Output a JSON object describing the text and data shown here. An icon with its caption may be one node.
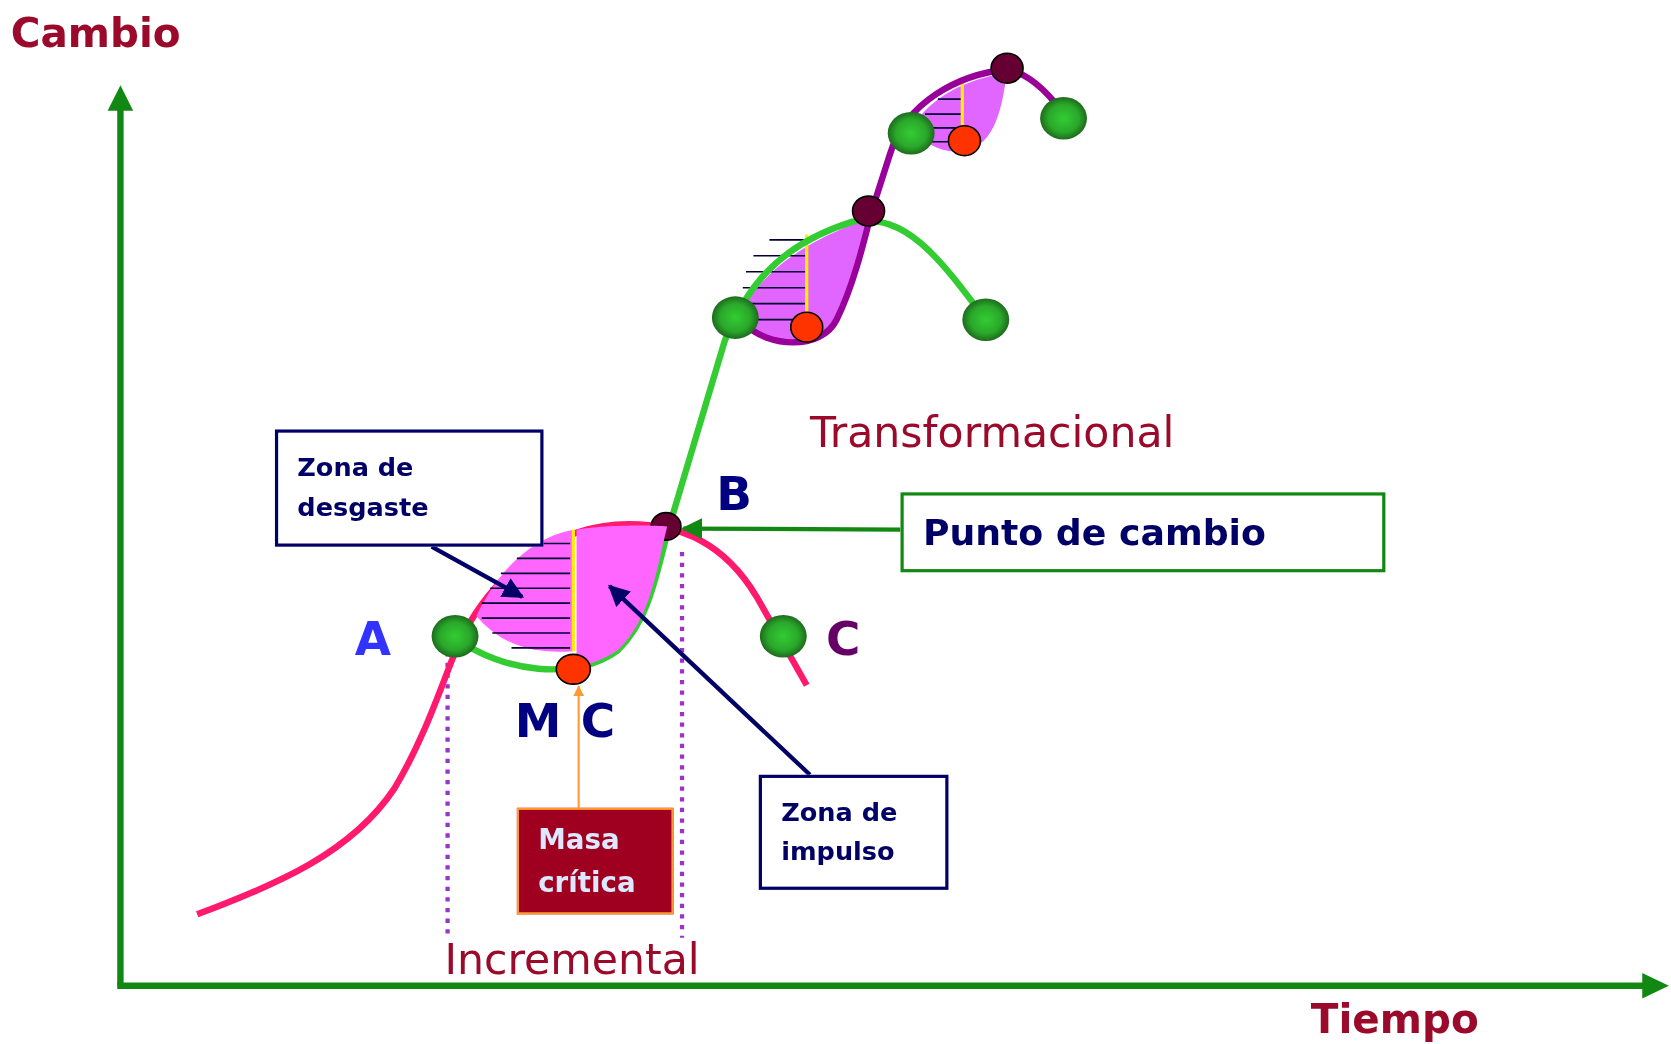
{
  "diagram": {
    "nodes": [
      {
        "text": [
          "Zona de desgaste"
        ]
      },
      {
        "text": [],
        "shape": "picture"
      },
      {
        "text": [
          "Punto de cambio"
        ]
      },
      {
        "text": [],
        "shape": "circle"
      },
      {
        "text": [],
        "shape": "picture"
      },
      {
        "text": [
          "Zona de impulso"
        ]
      },
      {
        "text": [],
        "shape": "circle"
      },
      {
        "text": [
          "Masa crítica"
        ]
      },
      {
        "text": [],
        "shape": "circle"
      },
      {
        "text": [],
        "shape": "circle"
      },
      {
        "text": [],
        "shape": "circle"
      },
      {
        "text": [],
        "shape": "circle"
      }
    ],
    "edges": [
      {
        "from": 0,
        "to": 1,
        "arrow": "to"
      },
      {
        "from": 2,
        "to": 3,
        "arrow": "to",
        "color": "#118811"
      },
      {
        "from": 5,
        "to": 4,
        "arrow": "to"
      },
      {
        "from": 7,
        "to": 6,
        "arrow": "to",
        "color": "#ff9933"
      }
    ],
    "labels": [
      "Cambio",
      "Transformacional",
      "B",
      "A",
      "C",
      "M",
      "C",
      "Incremental",
      "Tiempo"
    ]
  }
}
